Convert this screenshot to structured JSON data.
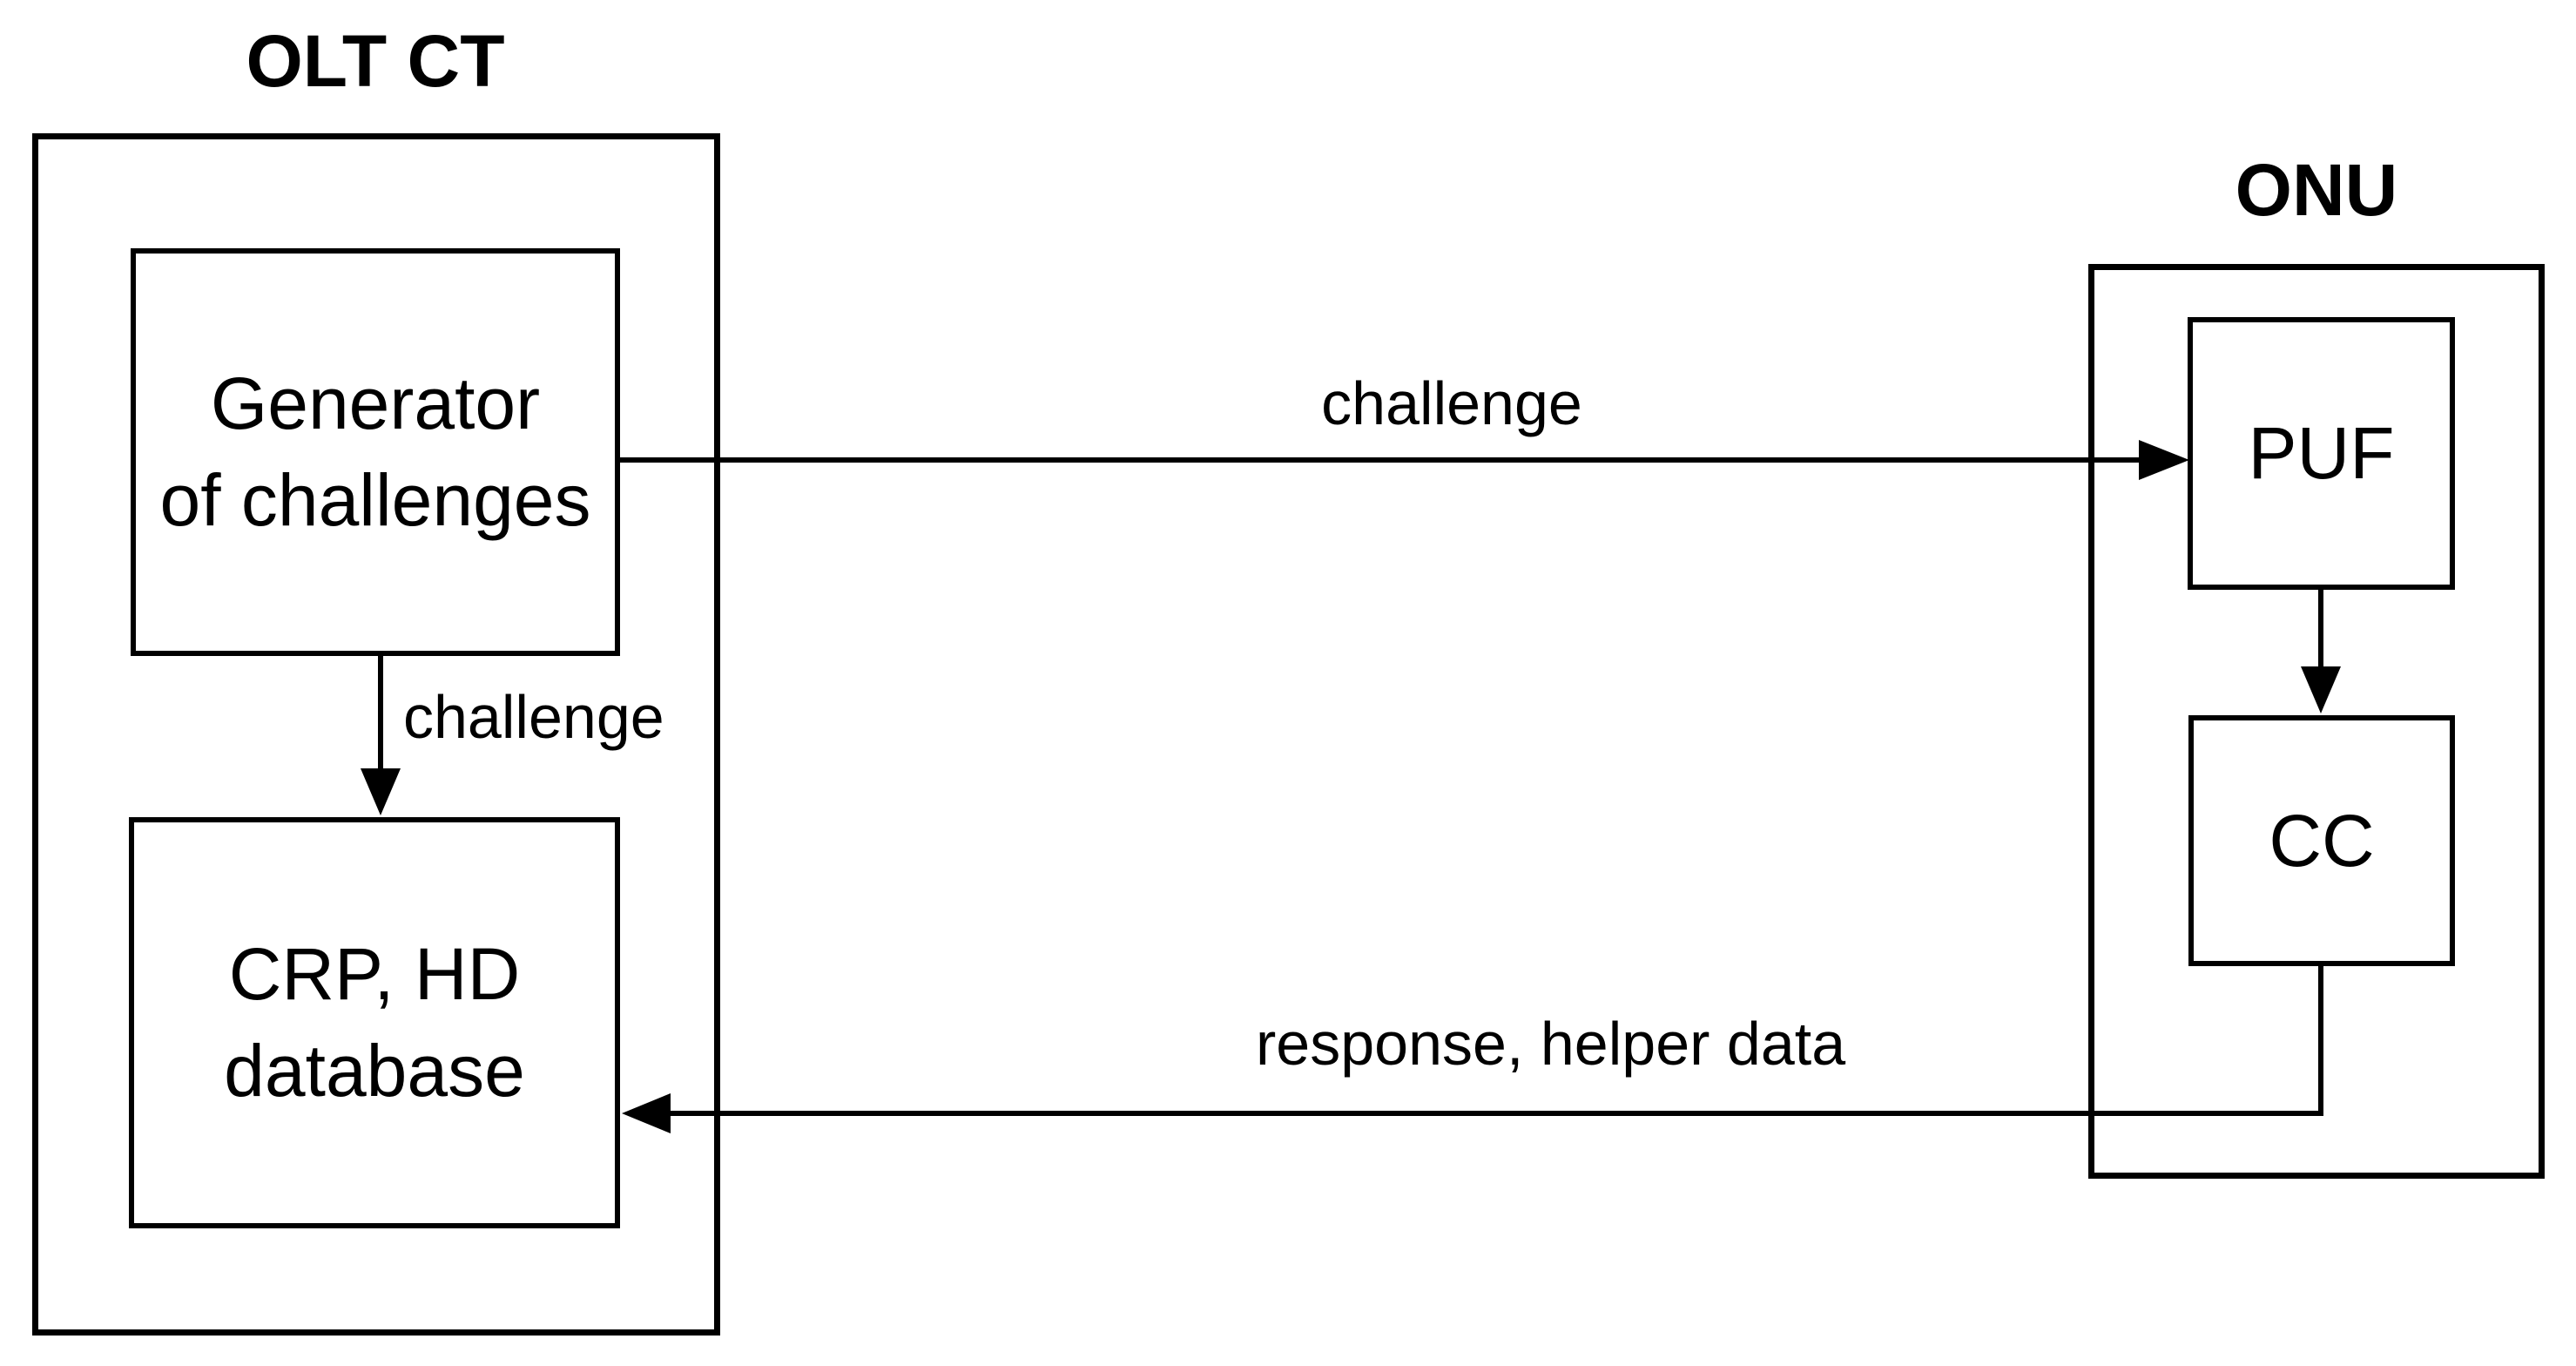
{
  "diagram": {
    "olt": {
      "title": "OLT CT",
      "generator_label": "Generator\nof challenges",
      "crp_label": "CRP, HD\ndatabase"
    },
    "onu": {
      "title": "ONU",
      "puf_label": "PUF",
      "cc_label": "CC"
    },
    "arrows": {
      "challenge_top_label": "challenge",
      "challenge_down_label": "challenge",
      "response_label": "response, helper data"
    },
    "colors": {
      "line": "#000000",
      "background": "#ffffff"
    }
  }
}
